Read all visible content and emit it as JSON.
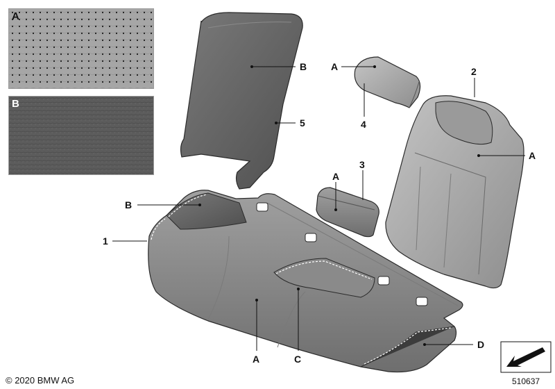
{
  "swatches": [
    {
      "letter": "A",
      "pattern": "perforated-leather",
      "base_color": "#a4a4a4"
    },
    {
      "letter": "B",
      "pattern": "grained-leather",
      "base_color": "#5a5a5a"
    }
  ],
  "callouts": {
    "b_side": "B",
    "n5": "5",
    "a_headrest": "A",
    "n4": "4",
    "n2": "2",
    "a_back": "A",
    "a_armrest": "A",
    "n3": "3",
    "b_cushion": "B",
    "n1": "1",
    "a_cushion": "A",
    "c_cushion": "C",
    "d_cushion": "D"
  },
  "footer": {
    "copyright": "© 2020 BMW AG",
    "diagram_id": "510637"
  },
  "colors": {
    "material_a": "#a8a8a8",
    "material_b": "#5e5e5e",
    "outline": "#2a2a2a",
    "stitch": "#ffffff"
  }
}
